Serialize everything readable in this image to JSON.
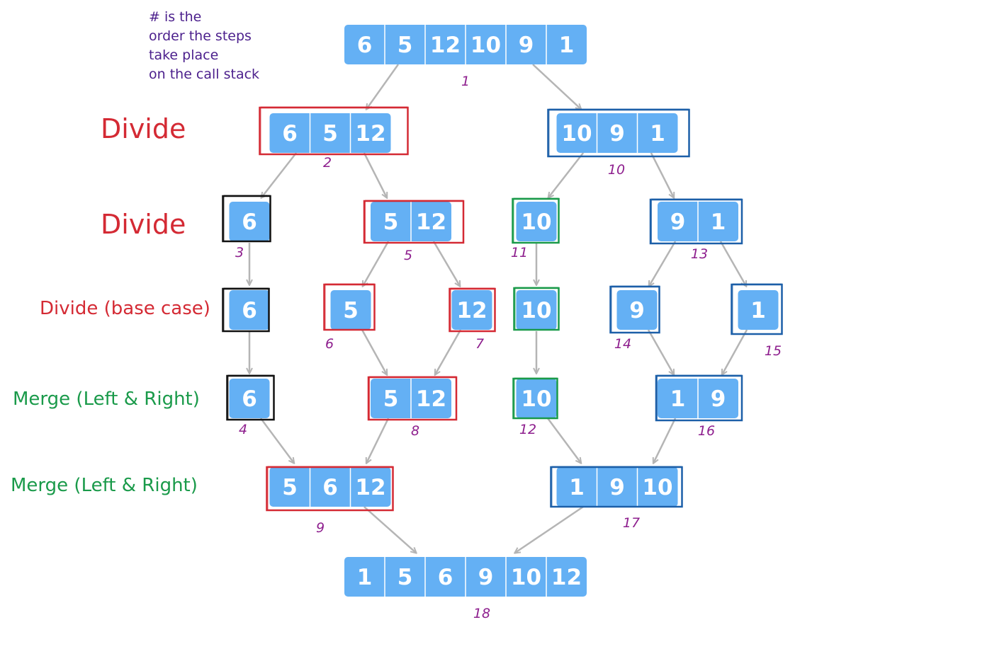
{
  "note": [
    "# is the",
    "order the steps",
    "take place",
    "on the call stack"
  ],
  "row_labels": [
    {
      "text": "Divide",
      "color": "#d42a34"
    },
    {
      "text": "Divide",
      "color": "#d42a34"
    },
    {
      "text": "Divide (base case)",
      "color": "#d42a34"
    },
    {
      "text": "Merge (Left & Right)",
      "color": "#1a9a4a"
    },
    {
      "text": "Merge (Left & Right)",
      "color": "#1a9a4a"
    }
  ],
  "colors": {
    "cell_fill": "#64b0f4",
    "cell_divider": "#ffffff",
    "arrow": "#b5b5b5",
    "step_number": "#8e1f8e",
    "frame_red": "#d42a34",
    "frame_blue": "#1c5fa8",
    "frame_green": "#1a9a4a",
    "frame_black": "#111111"
  },
  "nodes": [
    {
      "id": "n1",
      "values": [
        "6",
        "5",
        "12",
        "10",
        "9",
        "1"
      ],
      "frame": "none",
      "step": "1"
    },
    {
      "id": "n2",
      "values": [
        "6",
        "5",
        "12"
      ],
      "frame": "red",
      "step": "2"
    },
    {
      "id": "n10",
      "values": [
        "10",
        "9",
        "1"
      ],
      "frame": "blue",
      "step": "10"
    },
    {
      "id": "n3",
      "values": [
        "6"
      ],
      "frame": "black",
      "step": "3"
    },
    {
      "id": "n5",
      "values": [
        "5",
        "12"
      ],
      "frame": "red",
      "step": "5"
    },
    {
      "id": "n11",
      "values": [
        "10"
      ],
      "frame": "green",
      "step": "11"
    },
    {
      "id": "n13",
      "values": [
        "9",
        "1"
      ],
      "frame": "blue",
      "step": "13"
    },
    {
      "id": "n3b",
      "values": [
        "6"
      ],
      "frame": "black",
      "step": ""
    },
    {
      "id": "n6",
      "values": [
        "5"
      ],
      "frame": "red",
      "step": "6"
    },
    {
      "id": "n7",
      "values": [
        "12"
      ],
      "frame": "red",
      "step": "7"
    },
    {
      "id": "n11b",
      "values": [
        "10"
      ],
      "frame": "green",
      "step": ""
    },
    {
      "id": "n14",
      "values": [
        "9"
      ],
      "frame": "blue",
      "step": "14"
    },
    {
      "id": "n15",
      "values": [
        "1"
      ],
      "frame": "blue",
      "step": "15"
    },
    {
      "id": "n4",
      "values": [
        "6"
      ],
      "frame": "black",
      "step": "4"
    },
    {
      "id": "n8",
      "values": [
        "5",
        "12"
      ],
      "frame": "red",
      "step": "8"
    },
    {
      "id": "n12",
      "values": [
        "10"
      ],
      "frame": "green",
      "step": "12"
    },
    {
      "id": "n16",
      "values": [
        "1",
        "9"
      ],
      "frame": "blue",
      "step": "16"
    },
    {
      "id": "n9",
      "values": [
        "5",
        "6",
        "12"
      ],
      "frame": "red",
      "step": "9"
    },
    {
      "id": "n17",
      "values": [
        "1",
        "9",
        "10"
      ],
      "frame": "blue",
      "step": "17"
    },
    {
      "id": "n18",
      "values": [
        "1",
        "5",
        "6",
        "9",
        "10",
        "12"
      ],
      "frame": "none",
      "step": "18"
    }
  ],
  "edges": [
    [
      "n1",
      "n2"
    ],
    [
      "n1",
      "n10"
    ],
    [
      "n2",
      "n3"
    ],
    [
      "n2",
      "n5"
    ],
    [
      "n10",
      "n11"
    ],
    [
      "n10",
      "n13"
    ],
    [
      "n3",
      "n3b"
    ],
    [
      "n5",
      "n6"
    ],
    [
      "n5",
      "n7"
    ],
    [
      "n11",
      "n11b"
    ],
    [
      "n13",
      "n14"
    ],
    [
      "n13",
      "n15"
    ],
    [
      "n3b",
      "n4"
    ],
    [
      "n6",
      "n8"
    ],
    [
      "n7",
      "n8"
    ],
    [
      "n11b",
      "n12"
    ],
    [
      "n14",
      "n16"
    ],
    [
      "n15",
      "n16"
    ],
    [
      "n4",
      "n9"
    ],
    [
      "n8",
      "n9"
    ],
    [
      "n12",
      "n17"
    ],
    [
      "n16",
      "n17"
    ],
    [
      "n9",
      "n18"
    ],
    [
      "n17",
      "n18"
    ]
  ]
}
